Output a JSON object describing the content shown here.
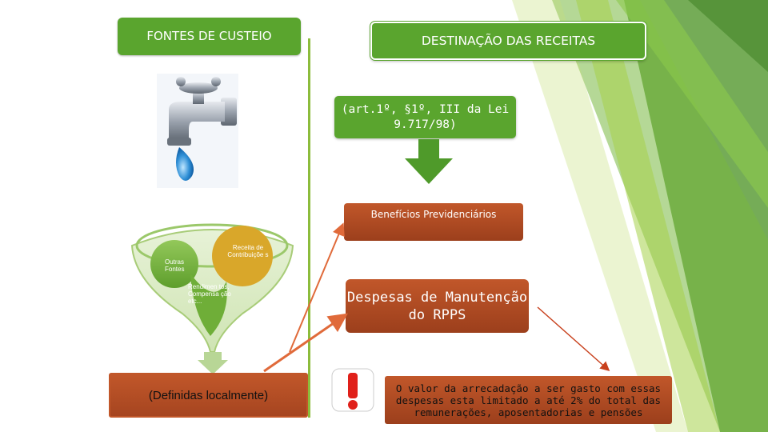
{
  "title_left": "FONTES DE CUSTEIO",
  "title_right": "DESTINAÇÃO DAS RECEITAS",
  "law_ref": "(art.1º, §1º, III da Lei 9.717/98)",
  "beneficios": "Benefícios Previdenciários",
  "despesas": "Despesas de Manutenção do RPPS",
  "definidas": "(Definidas localmente)",
  "nota": "O valor da arrecadação a ser gasto com essas despesas esta limitado a até 2% do total das remunerações, aposentadorias e pensões",
  "funnel": {
    "outras_fontes": "Outras Fontes",
    "receita_contribuicoes": "Receita de Contribuiçõe s",
    "rendimentos": "Rendimen tos, Compensa ção etc..."
  },
  "colors": {
    "green": "#5aa52e",
    "brown": "#b04a22",
    "funnel_green": "#6fb03a",
    "funnel_gold": "#d6a32a",
    "arrow_red": "#e06a3a",
    "exclaim_red": "#e0201a"
  },
  "icons": {
    "faucet": "faucet-icon",
    "exclaim": "exclamation-icon",
    "down_arrow": "down-arrow-icon"
  }
}
